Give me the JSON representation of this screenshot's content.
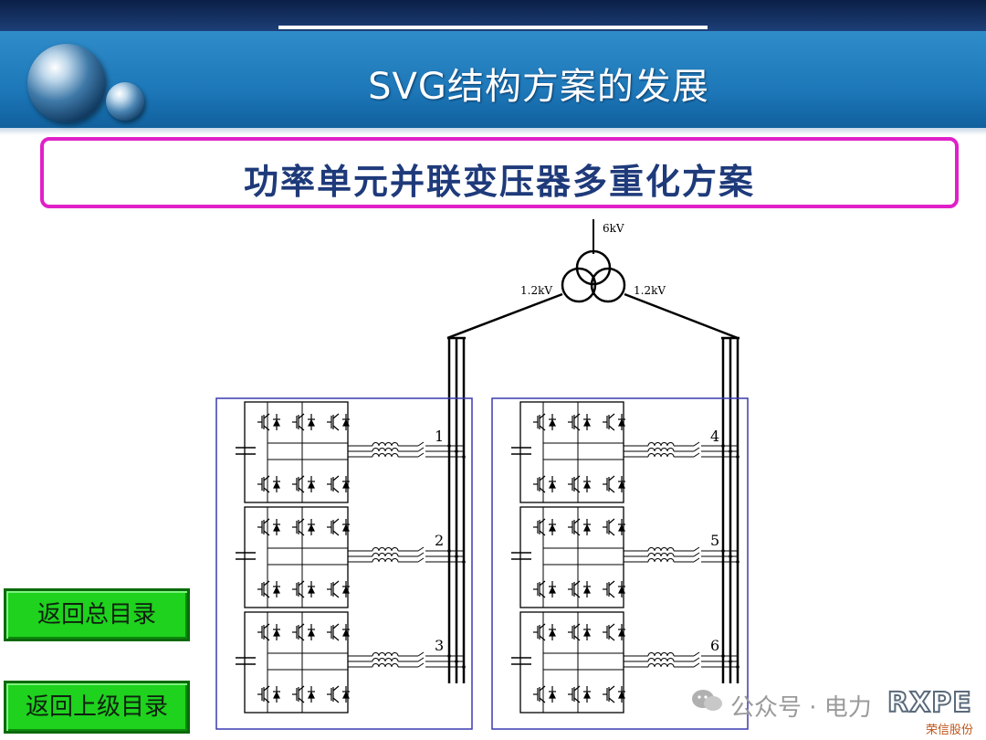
{
  "header": {
    "title": "SVG结构方案的发展"
  },
  "section": {
    "subtitle": "功率单元并联变压器多重化方案"
  },
  "diagram": {
    "voltage_primary": "6kV",
    "voltage_secondary_left": "1.2kV",
    "voltage_secondary_right": "1.2kV",
    "unit_labels": [
      "1",
      "2",
      "3",
      "4",
      "5",
      "6"
    ]
  },
  "nav": {
    "back_main": "返回总目录",
    "back_parent": "返回上级目录"
  },
  "watermark": {
    "text": "公众号 · 电力",
    "logo": "RXPE",
    "logo_sub": "荣信股份"
  },
  "colors": {
    "header_bg": "#1d77b8",
    "subtitle_border": "#e020c8",
    "button_bg": "#1ed21e",
    "group_border": "#3a3ab0"
  }
}
